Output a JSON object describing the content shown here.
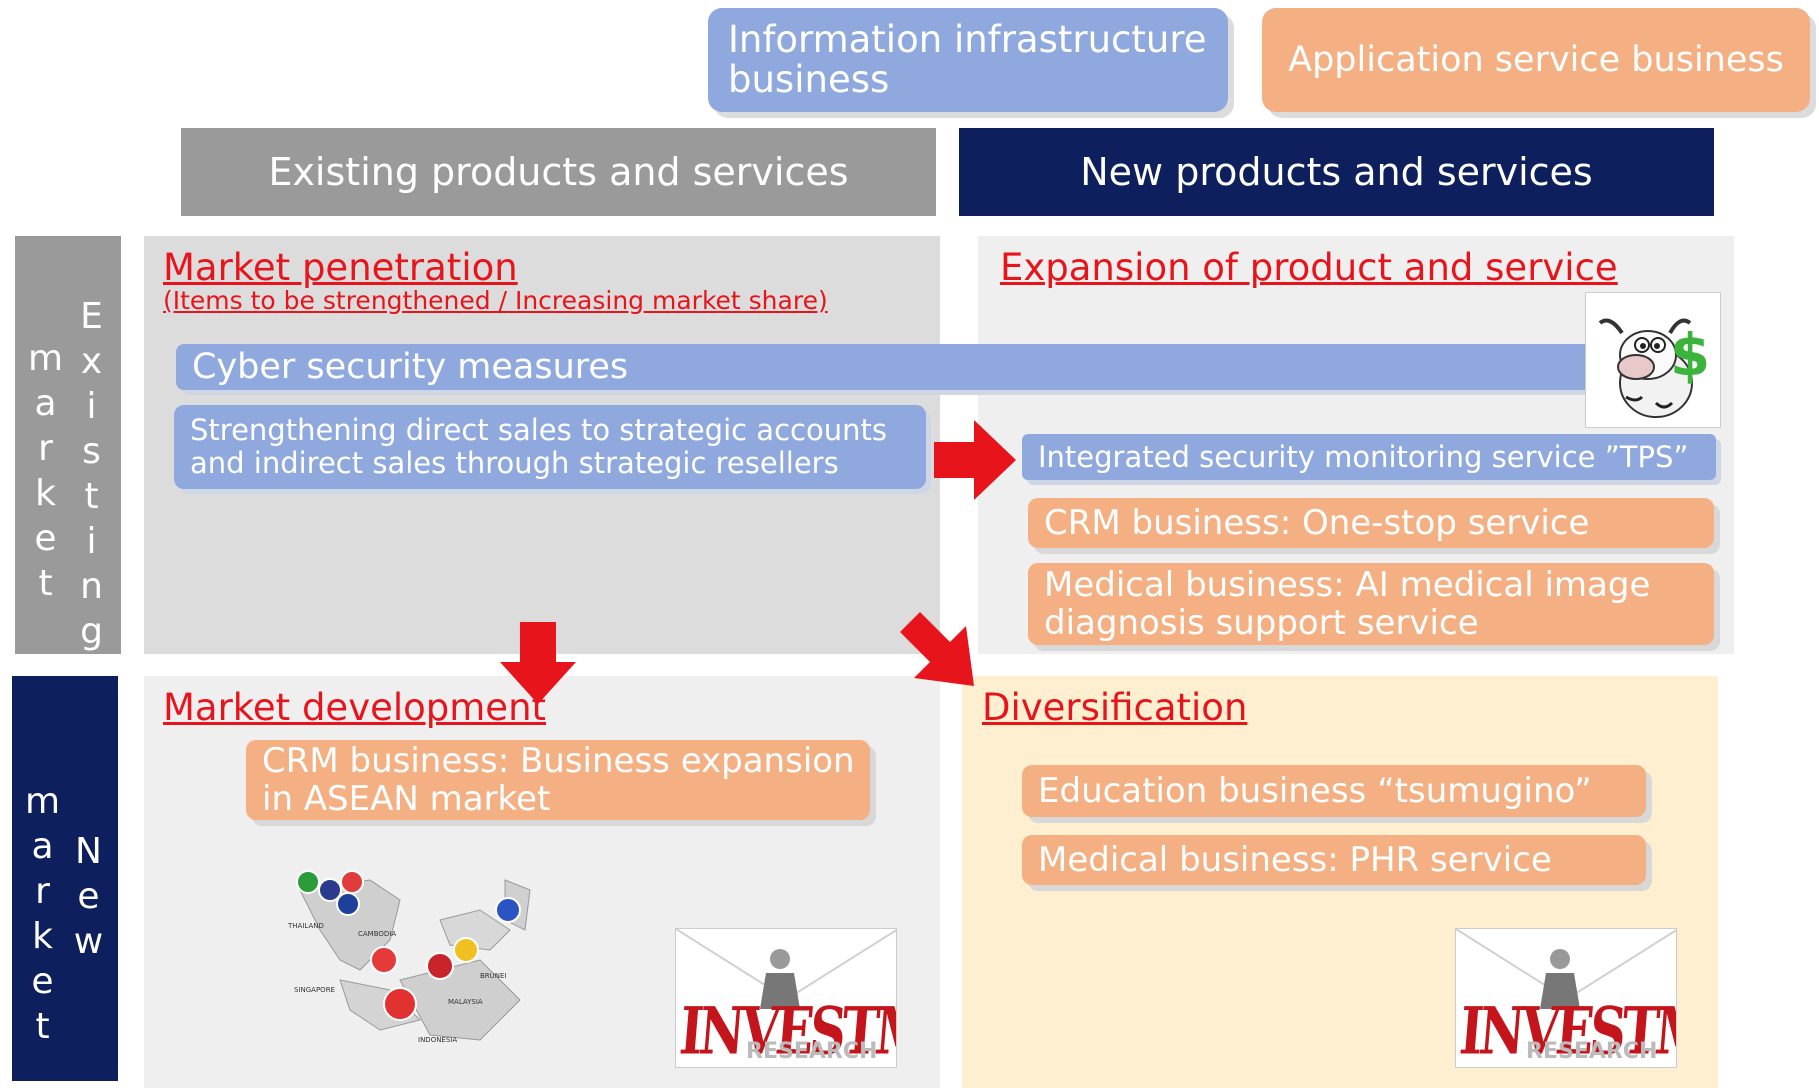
{
  "legend": {
    "info_infra": "Information infrastructure business",
    "app_service": "Application service business",
    "info_color": "#8fa9de",
    "app_color": "#f4b083"
  },
  "columns": {
    "existing": "Existing products and services",
    "new": "New products and services"
  },
  "rows": {
    "existing_market": {
      "word1": "Existing",
      "word2": "market"
    },
    "new_market": {
      "word1": "New",
      "word2": "market"
    }
  },
  "quadrants": {
    "market_penetration": {
      "title": "Market penetration",
      "subtitle": "(Items to be strengthened / Increasing market share)",
      "bar_cyber": "Cyber security measures",
      "bar_sales_line1": "Strengthening direct sales to strategic accounts",
      "bar_sales_line2": "and indirect sales through strategic resellers"
    },
    "expansion": {
      "title": "Expansion of product and service",
      "items": [
        "Integrated security monitoring service ”TPS”",
        "CRM business: One-stop service",
        "Medical business: AI medical image diagnosis support service"
      ],
      "medical_line1": "Medical business: AI medical image",
      "medical_line2": "diagnosis support service"
    },
    "market_development": {
      "title": "Market development",
      "crm_line1": "CRM business: Business expansion",
      "crm_line2": "in ASEAN market",
      "map_labels": [
        "THAILAND",
        "CAMBODIA",
        "SINGAPORE",
        "MALAYSIA",
        "BRUNEI",
        "INDONESIA"
      ]
    },
    "diversification": {
      "title": "Diversification",
      "items": [
        "Education business “tsumugino”",
        "Medical business: PHR service"
      ]
    }
  },
  "images": {
    "investment_word": "INVESTMENT",
    "research_word": "RESEARCH"
  },
  "colors": {
    "existing_col": "#9a9a9a",
    "new_col": "#0d1f5c",
    "red": "#e8141c",
    "quad_grey": "#dcdcdc",
    "diversification_bg": "#fdefcf"
  }
}
